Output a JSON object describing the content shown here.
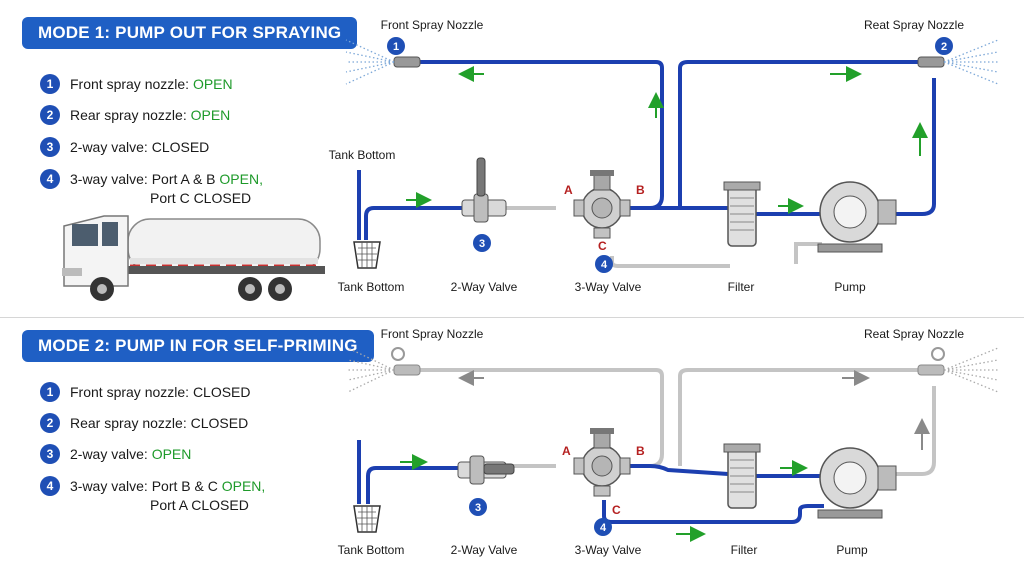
{
  "mode1": {
    "title": "MODE 1: PUMP OUT FOR SPRAYING",
    "legend": [
      {
        "num": "1",
        "text": "Front spray nozzle: ",
        "state": "OPEN"
      },
      {
        "num": "2",
        "text": "Rear spray nozzle: ",
        "state": "OPEN"
      },
      {
        "num": "3",
        "text": "2-way valve: ",
        "state": "CLOSED"
      },
      {
        "num": "4",
        "text": "3-way valve: Port A & B ",
        "state": "OPEN,",
        "line2": "Port C CLOSED"
      }
    ],
    "labels": {
      "front_nozzle": "Front Spray Nozzle",
      "rear_nozzle": "Reat Spray Nozzle",
      "tank_bottom_top": "Tank Bottom",
      "tank_bottom": "Tank Bottom",
      "two_way": "2-Way Valve",
      "three_way": "3-Way Valve",
      "filter": "Filter",
      "pump": "Pump"
    },
    "badges": {
      "n1": "1",
      "n2": "2",
      "n3": "3",
      "n4": "4"
    },
    "ports": {
      "a": "A",
      "b": "B",
      "c": "C"
    }
  },
  "mode2": {
    "title": "MODE 2: PUMP IN FOR SELF-PRIMING",
    "legend": [
      {
        "num": "1",
        "text": "Front spray nozzle: ",
        "state": "CLOSED"
      },
      {
        "num": "2",
        "text": "Rear spray nozzle: ",
        "state": "CLOSED"
      },
      {
        "num": "3",
        "text": "2-way valve: ",
        "state": "OPEN"
      },
      {
        "num": "4",
        "text": "3-way valve: Port B & C ",
        "state": "OPEN,",
        "line2": "Port A CLOSED"
      }
    ],
    "labels": {
      "front_nozzle": "Front Spray Nozzle",
      "rear_nozzle": "Reat Spray Nozzle",
      "tank_bottom": "Tank Bottom",
      "two_way": "2-Way Valve",
      "three_way": "3-Way Valve",
      "filter": "Filter",
      "pump": "Pump"
    },
    "badges": {
      "n3": "3",
      "n4": "4"
    },
    "ports": {
      "a": "A",
      "b": "B",
      "c": "C"
    }
  },
  "colors": {
    "pipe_active": "#1c3fb0",
    "pipe_inactive": "#c4c4c4",
    "arrow_active": "#22a02a",
    "arrow_inactive": "#8a8a8a",
    "open_text": "#1e9a2a",
    "title_bg": "#1f5fc4"
  }
}
